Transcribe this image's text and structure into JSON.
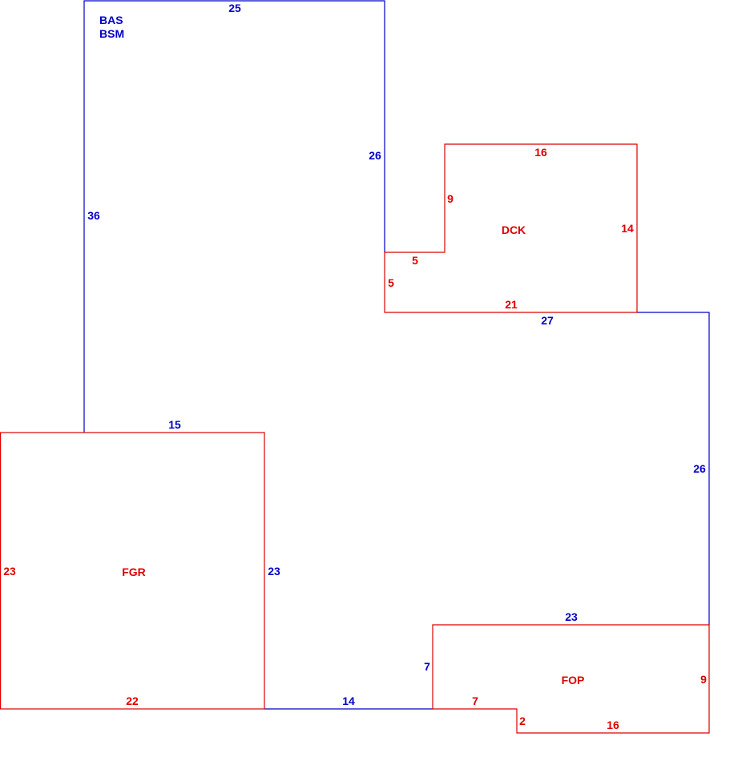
{
  "colors": {
    "main": "#0000c8",
    "addition": "#dc0000",
    "background": "#ffffff"
  },
  "main_area": {
    "labels": [
      "BAS",
      "BSM"
    ],
    "dimensions": {
      "top": "25",
      "left": "36",
      "right_upper": "26",
      "right_mid": "27",
      "right_lower": "26",
      "bottom": "14",
      "garage_side": "23",
      "garage_top": "15",
      "porch_side": "7",
      "porch_top": "23"
    }
  },
  "areas": {
    "dck": {
      "label": "DCK",
      "dims": {
        "top": "16",
        "left": "9",
        "step_top": "5",
        "step_left": "5",
        "right": "14",
        "bottom": "21"
      }
    },
    "fgr": {
      "label": "FGR",
      "dims": {
        "left": "23",
        "bottom": "22"
      }
    },
    "fop": {
      "label": "FOP",
      "dims": {
        "right": "9",
        "step_top": "7",
        "step_side": "2",
        "bottom": "16"
      }
    }
  }
}
